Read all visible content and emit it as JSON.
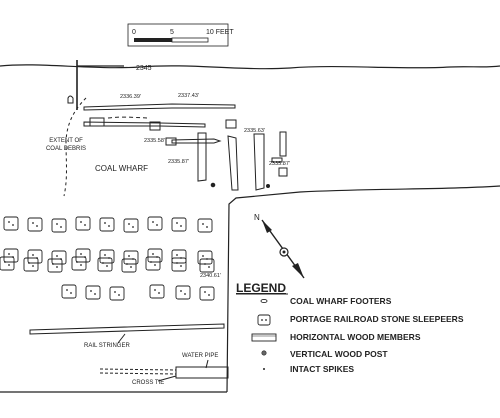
{
  "scale_bar": {
    "tick_start": "0",
    "tick_mid": "5",
    "tick_end": "10 FEET"
  },
  "elevations": {
    "top": "2345",
    "e1": "2336.39'",
    "e2": "2337.43'",
    "e3": "2335.58'",
    "e4": "2335.63'",
    "e5": "2335.87'",
    "e6": "2335.87'",
    "e7": "2340.61'"
  },
  "labels": {
    "coal_debris_line1": "EXTENT OF",
    "coal_debris_line2": "COAL DEBRIS",
    "coal_wharf": "COAL WHARF",
    "rail_stringer": "RAIL STRINGER",
    "water_pipe": "WATER PIPE",
    "cross_tie": "CROSS TIE",
    "north": "N"
  },
  "legend": {
    "title": "LEGEND",
    "items": [
      {
        "icon": "coal-wharf-footer-icon",
        "label": "COAL WHARF FOOTERS"
      },
      {
        "icon": "stone-sleeper-icon",
        "label": "PORTAGE RAILROAD STONE SLEEPEERS"
      },
      {
        "icon": "wood-member-icon",
        "label": "HORIZONTAL WOOD MEMBERS"
      },
      {
        "icon": "wood-post-icon",
        "label": "VERTICAL WOOD POST"
      },
      {
        "icon": "spike-icon",
        "label": "INTACT SPIKES"
      }
    ]
  }
}
